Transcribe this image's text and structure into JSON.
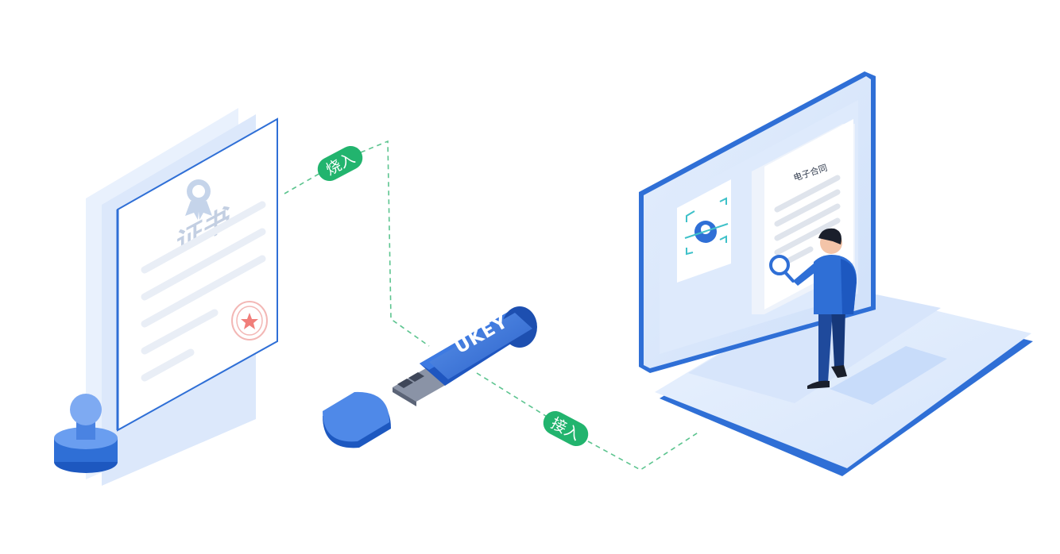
{
  "certificate": {
    "title": "证书"
  },
  "ukey": {
    "label": "UKEY"
  },
  "connectors": {
    "burn_label": "烧入",
    "connect_label": "接入"
  },
  "laptop": {
    "contract_title": "电子合同"
  },
  "colors": {
    "primary_blue": "#2f6fd6",
    "dark_blue": "#1d4fb0",
    "light_blue": "#dce9fc",
    "pale_blue": "#eef4fd",
    "green_tag": "#22b46e",
    "dash_green": "#5cc48f"
  }
}
